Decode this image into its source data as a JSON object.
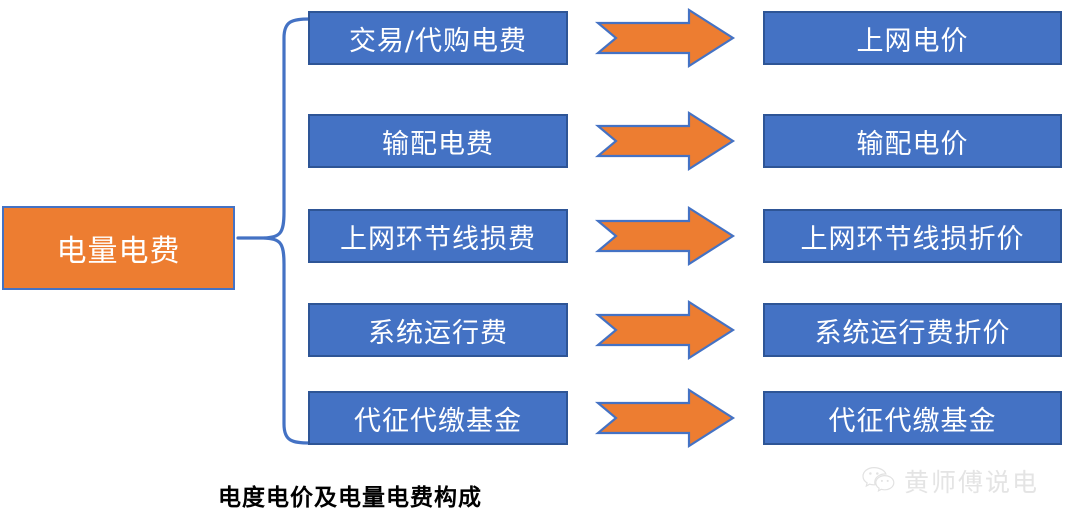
{
  "diagram": {
    "title": "电度电价及电量电费构成",
    "colors": {
      "box_blue": "#4472C4",
      "box_blue_border": "#2E5596",
      "orange": "#ED7D31",
      "orange_border": "#4472C4",
      "bracket": "#4472C4",
      "text_on_box": "#FFFFFF",
      "caption": "#000000",
      "watermark": "#E2E2E2"
    },
    "source": {
      "label": "电量电费"
    },
    "rows": [
      {
        "cost": "交易/代购电费",
        "arrow": "arrow-right-icon",
        "price": "上网电价"
      },
      {
        "cost": "输配电费",
        "arrow": "arrow-right-icon",
        "price": "输配电价"
      },
      {
        "cost": "上网环节线损费",
        "arrow": "arrow-right-icon",
        "price": "上网环节线损折价"
      },
      {
        "cost": "系统运行费",
        "arrow": "arrow-right-icon",
        "price": "系统运行费折价"
      },
      {
        "cost": "代征代缴基金",
        "arrow": "arrow-right-icon",
        "price": "代征代缴基金"
      }
    ],
    "bracket": {
      "icon": "curly-brace-icon"
    }
  },
  "watermark": {
    "icon": "wechat-icon",
    "text": "黄师傅说电"
  }
}
